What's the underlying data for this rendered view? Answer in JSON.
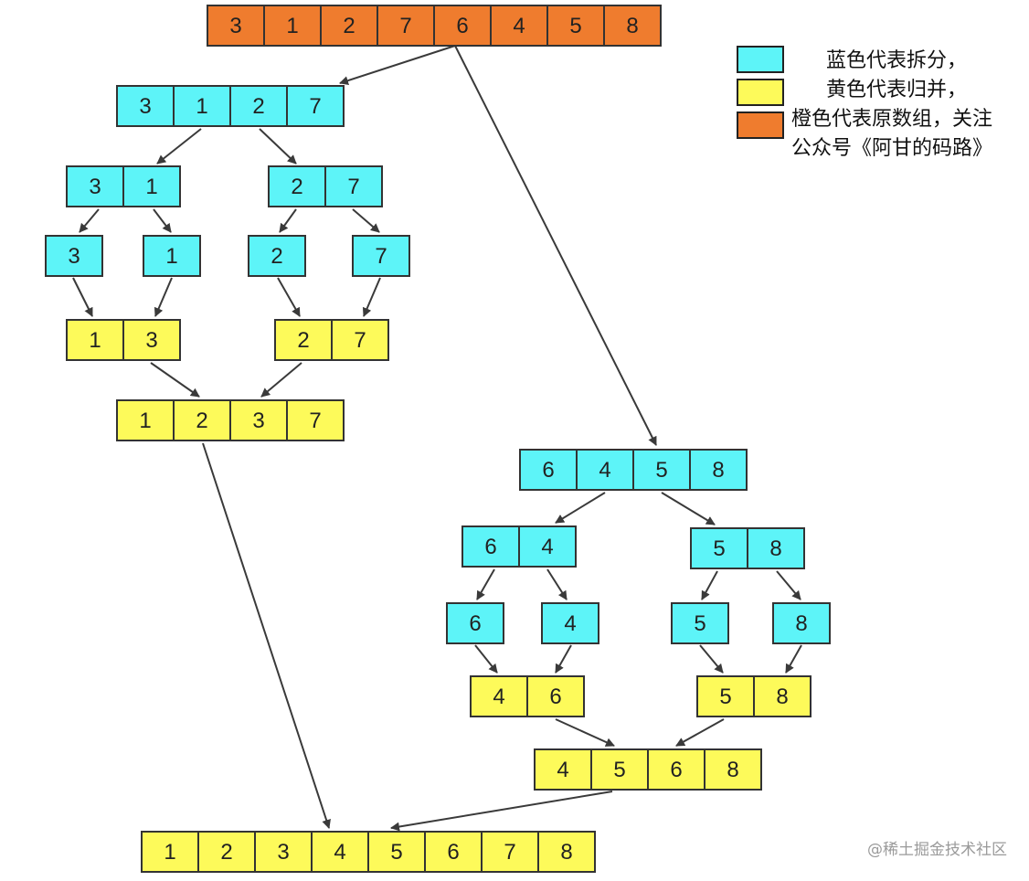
{
  "colors": {
    "split": "#5df4f8",
    "merge": "#fdfa5a",
    "original": "#ef7c2e",
    "stroke": "#333333",
    "arrow": "#3a3a3a"
  },
  "diagram": {
    "arrays": [
      {
        "kind": "original",
        "values": [
          "3",
          "1",
          "2",
          "7",
          "6",
          "4",
          "5",
          "8"
        ]
      },
      {
        "kind": "split",
        "values": [
          "3",
          "1",
          "2",
          "7"
        ]
      },
      {
        "kind": "split",
        "values": [
          "3",
          "1"
        ]
      },
      {
        "kind": "split",
        "values": [
          "2",
          "7"
        ]
      },
      {
        "kind": "split",
        "values": [
          "3"
        ]
      },
      {
        "kind": "split",
        "values": [
          "1"
        ]
      },
      {
        "kind": "split",
        "values": [
          "2"
        ]
      },
      {
        "kind": "split",
        "values": [
          "7"
        ]
      },
      {
        "kind": "merge",
        "values": [
          "1",
          "3"
        ]
      },
      {
        "kind": "merge",
        "values": [
          "2",
          "7"
        ]
      },
      {
        "kind": "merge",
        "values": [
          "1",
          "2",
          "3",
          "7"
        ]
      },
      {
        "kind": "split",
        "values": [
          "6",
          "4",
          "5",
          "8"
        ]
      },
      {
        "kind": "split",
        "values": [
          "6",
          "4"
        ]
      },
      {
        "kind": "split",
        "values": [
          "5",
          "8"
        ]
      },
      {
        "kind": "split",
        "values": [
          "6"
        ]
      },
      {
        "kind": "split",
        "values": [
          "4"
        ]
      },
      {
        "kind": "split",
        "values": [
          "5"
        ]
      },
      {
        "kind": "split",
        "values": [
          "8"
        ]
      },
      {
        "kind": "merge",
        "values": [
          "4",
          "6"
        ]
      },
      {
        "kind": "merge",
        "values": [
          "5",
          "8"
        ]
      },
      {
        "kind": "merge",
        "values": [
          "4",
          "5",
          "6",
          "8"
        ]
      },
      {
        "kind": "merge",
        "values": [
          "1",
          "2",
          "3",
          "4",
          "5",
          "6",
          "7",
          "8"
        ]
      }
    ]
  },
  "legend": {
    "split_text": "蓝色代表拆分，",
    "merge_text": "黄色代表归并，",
    "original_text": "橙色代表原数组，关注",
    "original_text_2": "公众号《阿甘的码路》"
  },
  "watermark": "@稀土掘金技术社区"
}
